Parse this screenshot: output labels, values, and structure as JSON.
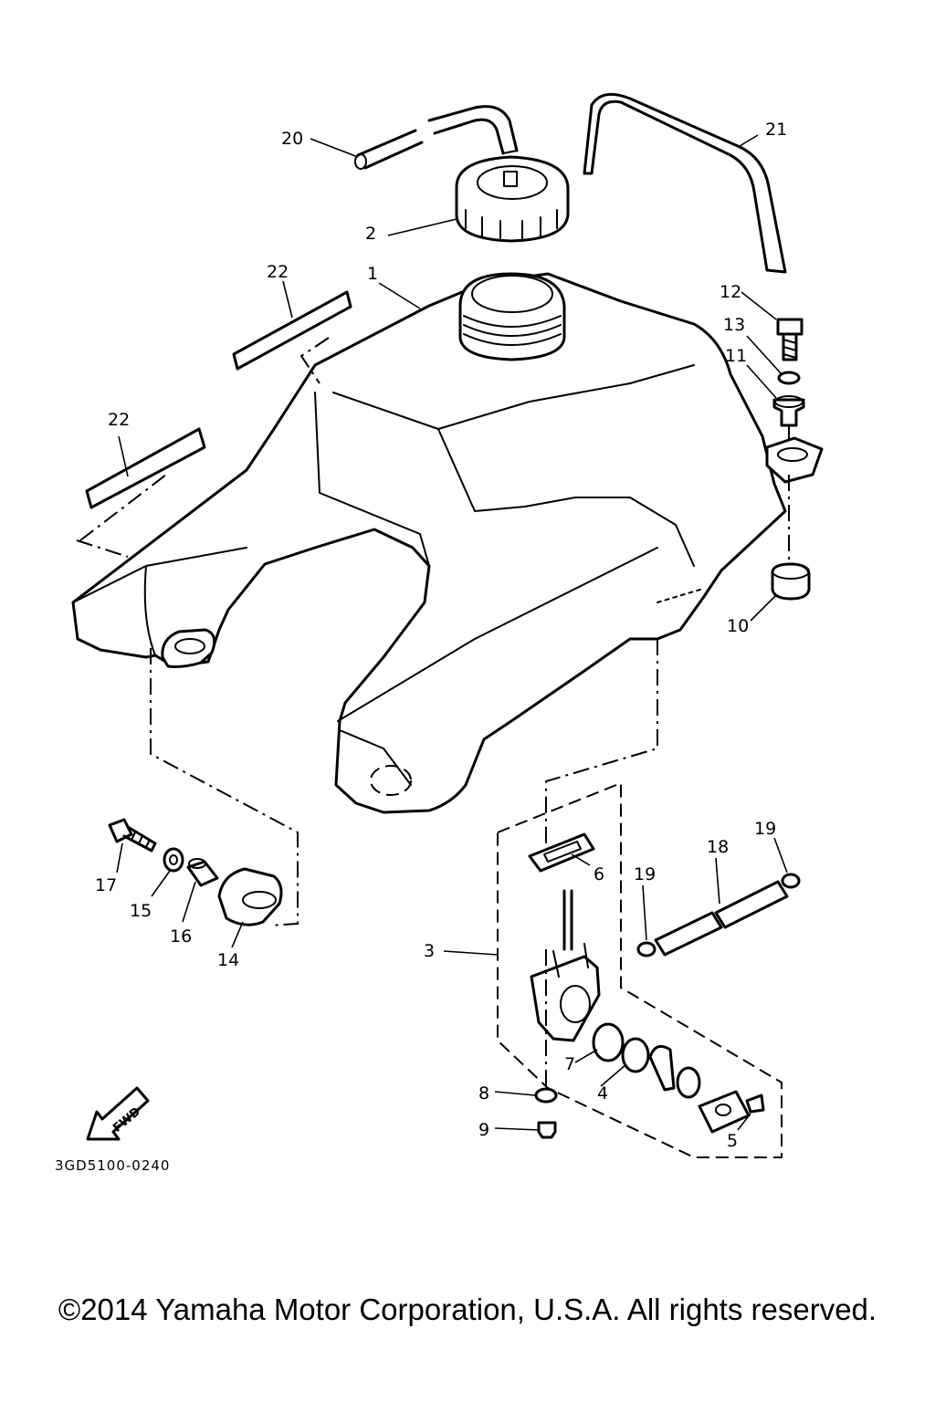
{
  "diagram": {
    "callouts": {
      "p1": "1",
      "p2": "2",
      "p3": "3",
      "p4": "4",
      "p5": "5",
      "p6": "6",
      "p7": "7",
      "p8": "8",
      "p9": "9",
      "p10": "10",
      "p11": "11",
      "p12": "12",
      "p13": "13",
      "p14": "14",
      "p15": "15",
      "p16": "16",
      "p17": "17",
      "p18": "18",
      "p19a": "19",
      "p19b": "19",
      "p20": "20",
      "p21": "21",
      "p22a": "22",
      "p22b": "22"
    },
    "fwd_label": "FWD",
    "drawing_code": "3GD5100-0240"
  },
  "footer": {
    "copyright": "©2014 Yamaha Motor Corporation, U.S.A. All rights reserved."
  }
}
